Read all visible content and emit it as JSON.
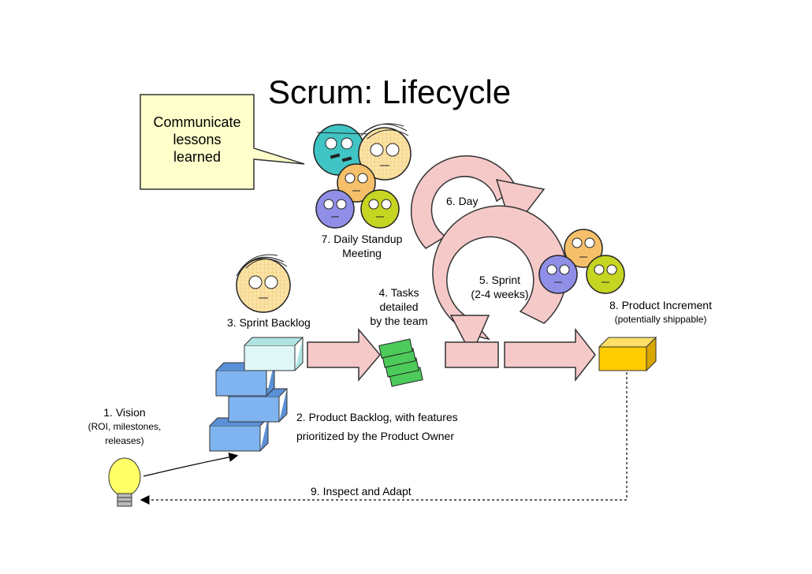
{
  "title": "Scrum: Lifecycle",
  "callout": {
    "lines": [
      "Communicate",
      "lessons",
      "learned"
    ]
  },
  "steps": {
    "vision": "1. Vision",
    "vision_note_1": "(ROI, milestones,",
    "vision_note_2": "releases)",
    "product_backlog_1": "2. Product Backlog, with features",
    "product_backlog_2": "prioritized by the Product Owner",
    "sprint_backlog": "3. Sprint Backlog",
    "tasks_1": "4. Tasks",
    "tasks_2": "detailed",
    "tasks_3": "by the team",
    "sprint_1": "5. Sprint",
    "sprint_2": "(2-4 weeks)",
    "day": "6. Day",
    "standup_1": "7. Daily Standup",
    "standup_2": "Meeting",
    "increment_1": "8. Product Increment",
    "increment_2": "(potentially shippable)",
    "inspect": "9. Inspect and Adapt"
  },
  "colors": {
    "arrow_fill": "#f6c9c9",
    "callout_fill": "#ffffcc",
    "backlog_block": "#7fb4f0",
    "sprint_block": "#dff7f7",
    "task_card": "#4ccb5a",
    "increment_box": "#ffcc00",
    "bulb": "#ffff66"
  }
}
